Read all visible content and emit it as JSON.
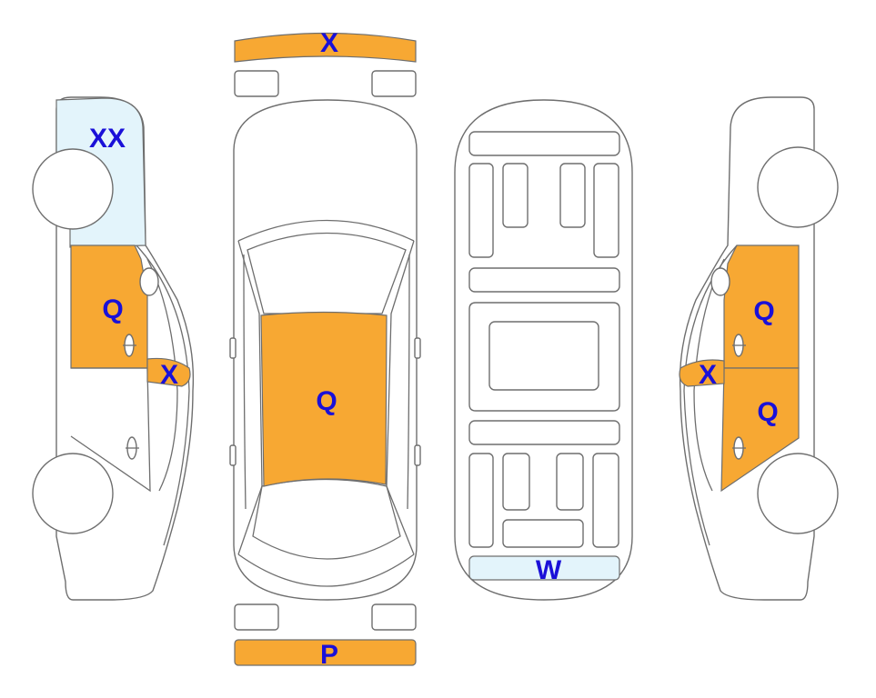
{
  "colors": {
    "damage_fill": "#f7a833",
    "light_fill": "#e3f4fb",
    "code_text": "#1a10d8",
    "outline": "#6e6e6e"
  },
  "labels": {
    "front_bumper": "X",
    "left_front_fender": "XX",
    "left_front_door": "Q",
    "left_mirror": "X",
    "roof": "Q",
    "rear_window": "W",
    "rear_bumper": "P",
    "right_mirror": "X",
    "right_front_door": "Q",
    "right_rear_door": "Q"
  }
}
